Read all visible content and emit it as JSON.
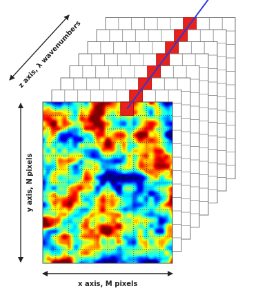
{
  "diagram": {
    "labels": [
      "z axis, λ wavenumbers",
      "y axis, N pixels",
      "x axis, M pixels"
    ]
  }
}
